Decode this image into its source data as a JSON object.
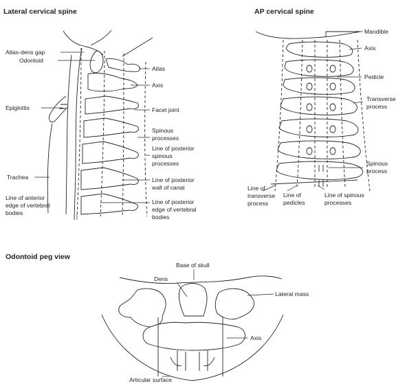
{
  "panels": {
    "lateral": {
      "title": "Lateral cervical spine",
      "labels": {
        "atlas_dens_gap": "Atlas-dens gap",
        "odontoid": "Odontoid",
        "atlas": "Atlas",
        "axis": "Axis",
        "epiglottis": "Epiglottis",
        "facet_joint": "Facet joint",
        "spinous_processes": [
          "Spinous",
          "processes"
        ],
        "line_posterior_spinous": [
          "Line of posterior",
          "spinous",
          "processes"
        ],
        "trachea": "Trachea",
        "line_posterior_wall": [
          "Line of posterior",
          "wall of canal"
        ],
        "line_anterior_edge": [
          "Line of anterior",
          "edge of vertebral",
          "bodies"
        ],
        "line_posterior_edge": [
          "Line of posterior",
          "edge of vertebral",
          "bodies"
        ]
      }
    },
    "ap": {
      "title": "AP cervical spine",
      "labels": {
        "mandible": "Mandible",
        "axis": "Axis",
        "pedicle": "Pedicle",
        "transverse_process": [
          "Transverse",
          "process"
        ],
        "spinous_process": [
          "Spinous",
          "process"
        ],
        "line_transverse": [
          "Line of",
          "transverse",
          "process"
        ],
        "line_pedicles": [
          "Line of",
          "pedicles"
        ],
        "line_spinous": [
          "Line of spinous",
          "processes"
        ]
      }
    },
    "odontoid": {
      "title": "Odontoid peg view",
      "labels": {
        "base_of_skull": "Base of skull",
        "dens": "Dens",
        "lateral_mass": "Lateral mass",
        "axis": "Axis",
        "articular_surface": "Articular surface"
      }
    }
  }
}
